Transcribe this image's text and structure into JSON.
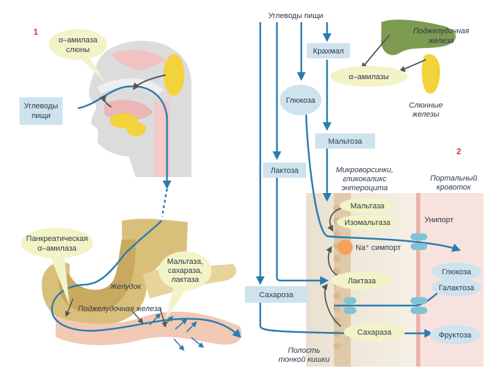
{
  "panel_numbers": {
    "left": "1",
    "right": "2"
  },
  "left": {
    "amylase_saliva": [
      "α–амилаза",
      "слюны"
    ],
    "carbs_food": [
      "Углеводы",
      "пищи"
    ],
    "pancreatic_amylase": [
      "Панкреатическая",
      "α–амилаза"
    ],
    "enzymes": [
      "Мальтаза,",
      "сахараза,",
      "лактаза"
    ],
    "stomach": "Желудок",
    "pancreas": "Поджелудочная железа"
  },
  "right": {
    "carbs_food": "Углеводы пищи",
    "starch": "Крахмал",
    "amylases": "α–амилазы",
    "pancreas": [
      "Поджелудочная",
      "железа"
    ],
    "salivary_glands": [
      "Слюнные",
      "железы"
    ],
    "glucose_in": "Глюкоза",
    "maltose": "Мальтоза",
    "lactose": "Лактоза",
    "sucrose": "Сахароза",
    "microvilli": [
      "Микроворсинки,",
      "гликокаликс",
      "энтероцита"
    ],
    "portal": [
      "Портальный",
      "кровоток"
    ],
    "maltase": "Мальтаза",
    "isomaltase": "Изомальтаза",
    "uniport": "Унипорт",
    "na_symport": "Na⁺ симпорт",
    "lactase": "Лактаза",
    "sucrase": "Сахараза",
    "glucose_out": "Глюкоза",
    "galactose": "Галактоза",
    "fructose": "Фруктоза",
    "lumen": [
      "Полость",
      "тонкой кишки"
    ]
  },
  "colors": {
    "arrow_blue": "#2b7bb0",
    "box_fill": "#cfe3ef",
    "oval_fill": "#f3f3c8",
    "enzyme_text": "#2a3a4a",
    "number_red": "#c0392b"
  }
}
